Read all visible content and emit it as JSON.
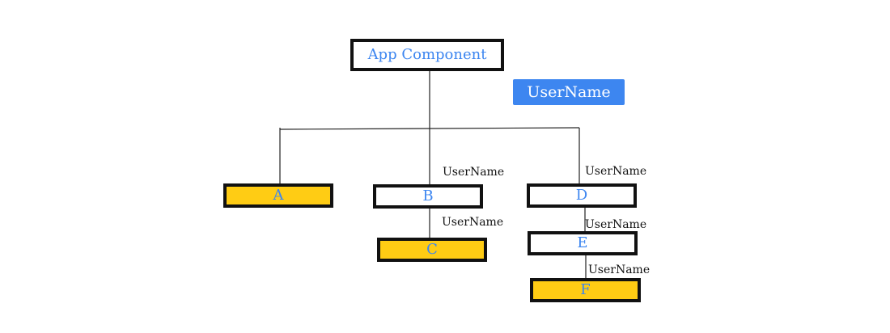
{
  "colors": {
    "node_text": "#3d86f0",
    "highlight_fill": "#ffcc14",
    "badge_fill": "#3d86f0",
    "badge_text": "#ffffff",
    "border": "#111111"
  },
  "root": {
    "label": "App Component"
  },
  "badge": {
    "label": "UserName"
  },
  "nodes": {
    "a": {
      "label": "A",
      "highlighted": true
    },
    "b": {
      "label": "B",
      "highlighted": false
    },
    "c": {
      "label": "C",
      "highlighted": true
    },
    "d": {
      "label": "D",
      "highlighted": false
    },
    "e": {
      "label": "E",
      "highlighted": false
    },
    "f": {
      "label": "F",
      "highlighted": true
    }
  },
  "edge_labels": {
    "root_to_b": "UserName",
    "b_to_c": "UserName",
    "root_to_d": "UserName",
    "d_to_e": "UserName",
    "e_to_f": "UserName"
  }
}
